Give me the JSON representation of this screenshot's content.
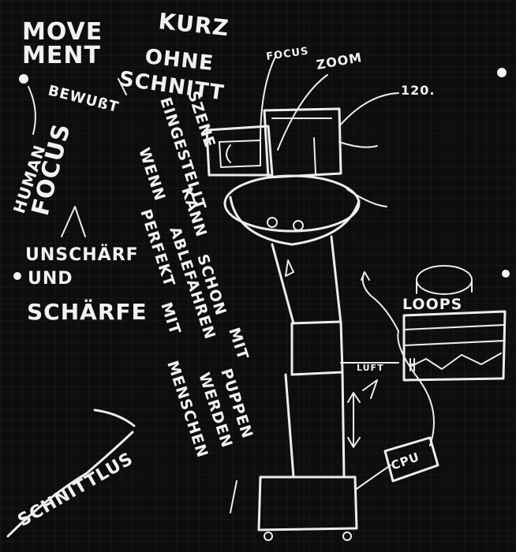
{
  "board": {
    "words": {
      "movement_line1": "MOVE",
      "movement_line2": "MENT",
      "kurz": "KURZ",
      "ohne": "OHNE",
      "schnitt": "SCHNITT",
      "bewusst": "BEWUßT",
      "human": "HUMAN",
      "focus_big": "FOCUS",
      "unschaerf": "UNSCHÄRF",
      "und": "UND",
      "schaerfe": "SCHÄRFE",
      "szene": "SZENE",
      "eingestellt": "EINGESTELLT",
      "wenn": "WENN",
      "kann": "KANN",
      "ablefahren": "ABLEFAHREN",
      "perfekt": "PERFEKT",
      "schon": "SCHON",
      "mit1": "MIT",
      "mit2": "MIT",
      "puppen": "PUPPEN",
      "werden": "WERDEN",
      "menschen": "MENSCHEN",
      "schnittlus": "SCHNITTLUS",
      "focus_label": "FOCUS",
      "zoom_label": "ZOOM",
      "degrees_label": "120.",
      "loops_label": "LOOPS",
      "luft_label": "LUFT",
      "cpu_label": "CPU"
    }
  }
}
